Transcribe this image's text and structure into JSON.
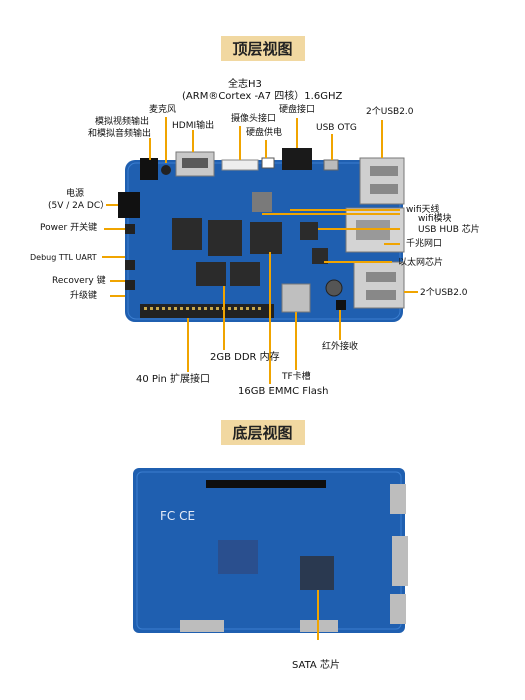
{
  "titles": {
    "top_view": "顶层视图",
    "bottom_view": "底层视图"
  },
  "top_labels": {
    "soc_name": "全志H3",
    "soc_detail": "(ARM®Cortex  -A7 四核）1.6GHZ",
    "av_out_1": "模拟视频输出",
    "av_out_2": "和模拟音频输出",
    "mic": "麦克风",
    "hdmi": "HDMI输出",
    "camera": "摄像头接口",
    "hdd_port": "硬盘接口",
    "hdd_power": "硬盘供电",
    "usb_otg": "USB OTG",
    "usb2_top": "2个USB2.0",
    "power_1": "电源",
    "power_2": "(5V / 2A DC）",
    "power_key": "Power 开关键",
    "debug_uart": "Debug TTL UART",
    "recovery": "Recovery 键",
    "upgrade": "升级键",
    "wifi_antenna": "wifi天线",
    "wifi_module": "wifi模块",
    "usb_hub": "USB HUB 芯片",
    "gigabit": "千兆网口",
    "eth_chip": "以太网芯片",
    "usb2_bottom": "2个USB2.0",
    "ir": "红外接收",
    "tf": "TF卡槽",
    "ddr": "2GB DDR 内存",
    "gpio": "40 Pin 扩展接口",
    "emmc": "16GB EMMC Flash"
  },
  "bottom_labels": {
    "sata": "SATA 芯片"
  },
  "colors": {
    "pcb_blue": "#1f5fb0",
    "annotation_orange": "#f0a400",
    "title_bg": "#f1d8a1"
  }
}
